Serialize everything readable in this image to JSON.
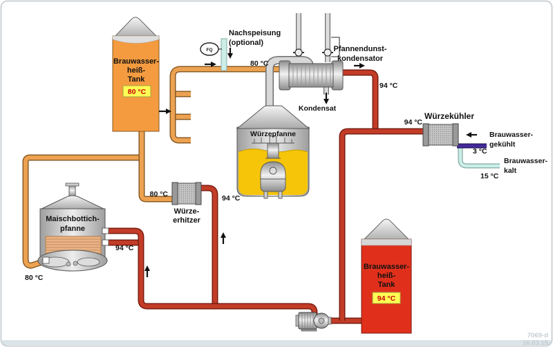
{
  "footer": {
    "id": "7069-d",
    "date": "16.03.15"
  },
  "colors": {
    "pipe_80c": "#eca251",
    "pipe_94c": "#c23c27",
    "pipe_cold_water": "#cdeee8",
    "pipe_chilled_water": "#43299a",
    "tank_80c_fill": "#f49b40",
    "tank_94c_fill": "#e0301c",
    "wort_fill": "#f6c50a",
    "vessel_silver": "#c8c8c8",
    "badge_bg": "#ffff55",
    "badge_text": "#cc0000"
  },
  "tanks": {
    "hot80": {
      "l1": "Brauwasser-",
      "l2": "heiß-",
      "l3": "Tank",
      "temp": "80 °C"
    },
    "hot94": {
      "l1": "Brauwasser-",
      "l2": "heiß-",
      "l3": "Tank",
      "temp": "94 °C"
    }
  },
  "vessels": {
    "maisch": {
      "l1": "Maischbottich-",
      "l2": "pfanne"
    },
    "wuerzepfanne": "Würzepfanne"
  },
  "exchangers": {
    "erhitzer": {
      "l1": "Würze-",
      "l2": "erhitzer",
      "temp_in": "80 °C",
      "temp_out": "94 °C"
    },
    "kuehler": {
      "name": "Würzekühler",
      "temp_in": "94 °C"
    },
    "kondensator": {
      "l1": "Pfannendunst-",
      "l2": "kondensator",
      "temp_out": "94 °C",
      "drain": "Kondensat"
    }
  },
  "streams": {
    "supply80": "80 °C",
    "maisch_in": "94 °C",
    "maisch_out": "80 °C",
    "nachspeisung_l1": "Nachspeisung",
    "nachspeisung_l2": "(optional)",
    "gekuehlt_l1": "Brauwasser-",
    "gekuehlt_l2": "gekühlt",
    "gekuehlt_temp": "3 °C",
    "kalt_l1": "Brauwasser-",
    "kalt_l2": "kalt",
    "kalt_temp": "15 °C",
    "gauge_label": "FQ"
  }
}
